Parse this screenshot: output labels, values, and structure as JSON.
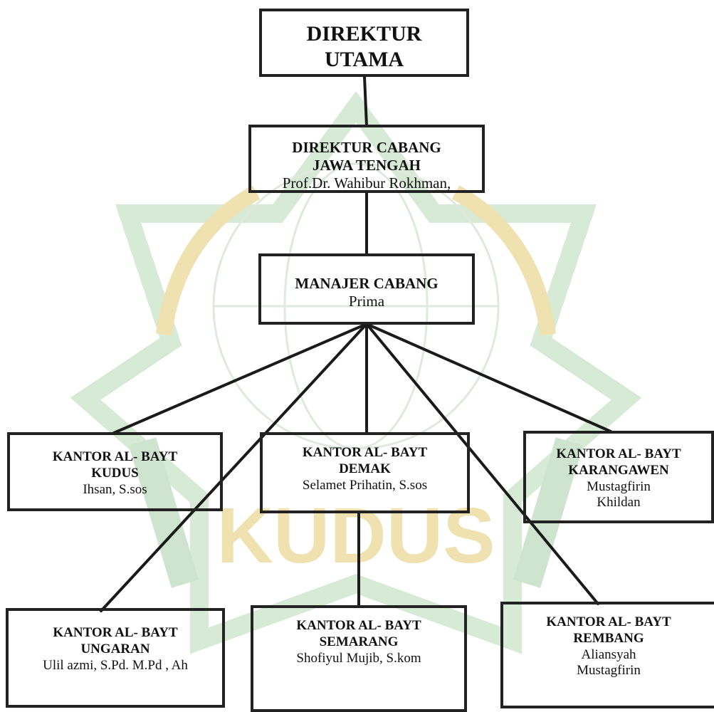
{
  "chart": {
    "root": {
      "title_line1": "DIREKTUR",
      "title_line2": "UTAMA"
    },
    "branch_director": {
      "title_line1": "DIREKTUR CABANG",
      "title_line2": "JAWA TENGAH",
      "name": "Prof.Dr. Wahibur Rokhman,"
    },
    "branch_manager": {
      "title": "MANAJER CABANG",
      "name": "Prima"
    },
    "offices": [
      {
        "title_line1": "KANTOR AL- BAYT",
        "title_line2": "KUDUS",
        "names": [
          "Ihsan, S.sos"
        ]
      },
      {
        "title_line1": "KANTOR AL- BAYT",
        "title_line2": "DEMAK",
        "names": [
          "Selamet Prihatin, S.sos"
        ]
      },
      {
        "title_line1": "KANTOR AL- BAYT",
        "title_line2": "KARANGAWEN",
        "names": [
          "Mustagfirin",
          "Khildan"
        ]
      },
      {
        "title_line1": "KANTOR AL- BAYT",
        "title_line2": "UNGARAN",
        "names": [
          "Ulil azmi, S.Pd. M.Pd , Ah"
        ]
      },
      {
        "title_line1": "KANTOR AL- BAYT",
        "title_line2": "SEMARANG",
        "names": [
          "Shofiyul Mujib, S.kom"
        ]
      },
      {
        "title_line1": "KANTOR AL- BAYT",
        "title_line2": "REMBANG",
        "names": [
          "Aliansyah",
          "Mustagfirin"
        ]
      }
    ]
  },
  "watermark": {
    "text": "KUDUS",
    "color_green": "#c9e2c9",
    "color_gold": "#efe2b0"
  }
}
